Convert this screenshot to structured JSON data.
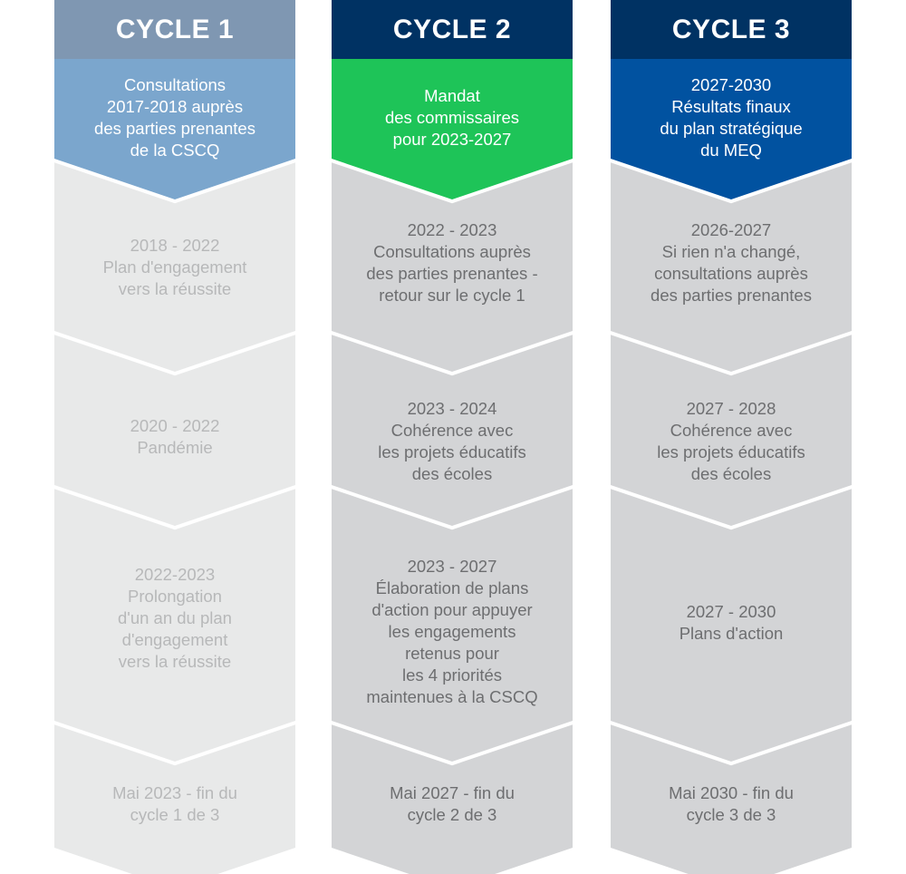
{
  "colors": {
    "cycle1_header": "#7f97b2",
    "cycle1_lead": "#7ba6cd",
    "cycle1_steps": "#e8e9e9",
    "cycle1_text": "#b7b8b9",
    "cycle2_header": "#003263",
    "cycle2_lead": "#1ec458",
    "cycle2_steps": "#d3d4d6",
    "cycle2_text": "#6d6e70",
    "cycle3_header": "#003263",
    "cycle3_lead": "#0152a0",
    "cycle3_steps": "#d3d4d6",
    "cycle3_text": "#6d6e70"
  },
  "cycles": [
    {
      "title": "CYCLE 1",
      "lead": [
        "Consultations",
        "2017-2018 auprès",
        "des parties prenantes",
        "de la CSCQ"
      ],
      "steps": [
        [
          "2018 - 2022",
          "Plan d'engagement",
          "vers la réussite"
        ],
        [
          "2020 - 2022",
          "Pandémie"
        ],
        [
          "2022-2023",
          "Prolongation",
          "d'un an du plan",
          "d'engagement",
          "vers la réussite"
        ],
        [
          "Mai 2023 - fin du",
          "cycle 1 de 3"
        ]
      ]
    },
    {
      "title": "CYCLE 2",
      "lead": [
        "Mandat",
        "des commissaires",
        "pour 2023-2027"
      ],
      "steps": [
        [
          "2022 - 2023",
          "Consultations auprès",
          "des parties prenantes -",
          "retour sur le cycle 1"
        ],
        [
          "2023 - 2024",
          "Cohérence avec",
          "les projets éducatifs",
          "des écoles"
        ],
        [
          "2023 - 2027",
          "Élaboration de plans",
          "d'action pour appuyer",
          "les engagements",
          "retenus pour",
          "les 4 priorités",
          "maintenues à la CSCQ"
        ],
        [
          "Mai 2027 - fin du",
          "cycle 2 de 3"
        ]
      ]
    },
    {
      "title": "CYCLE 3",
      "lead": [
        "2027-2030",
        "Résultats finaux",
        "du plan stratégique",
        "du MEQ"
      ],
      "steps": [
        [
          "2026-2027",
          "Si rien n'a changé,",
          "consultations auprès",
          "des parties prenantes"
        ],
        [
          "2027 - 2028",
          "Cohérence avec",
          "les projets éducatifs",
          "des écoles"
        ],
        [
          "2027 - 2030",
          "Plans d'action"
        ],
        [
          "Mai 2030 - fin du",
          "cycle 3 de 3"
        ]
      ]
    }
  ]
}
